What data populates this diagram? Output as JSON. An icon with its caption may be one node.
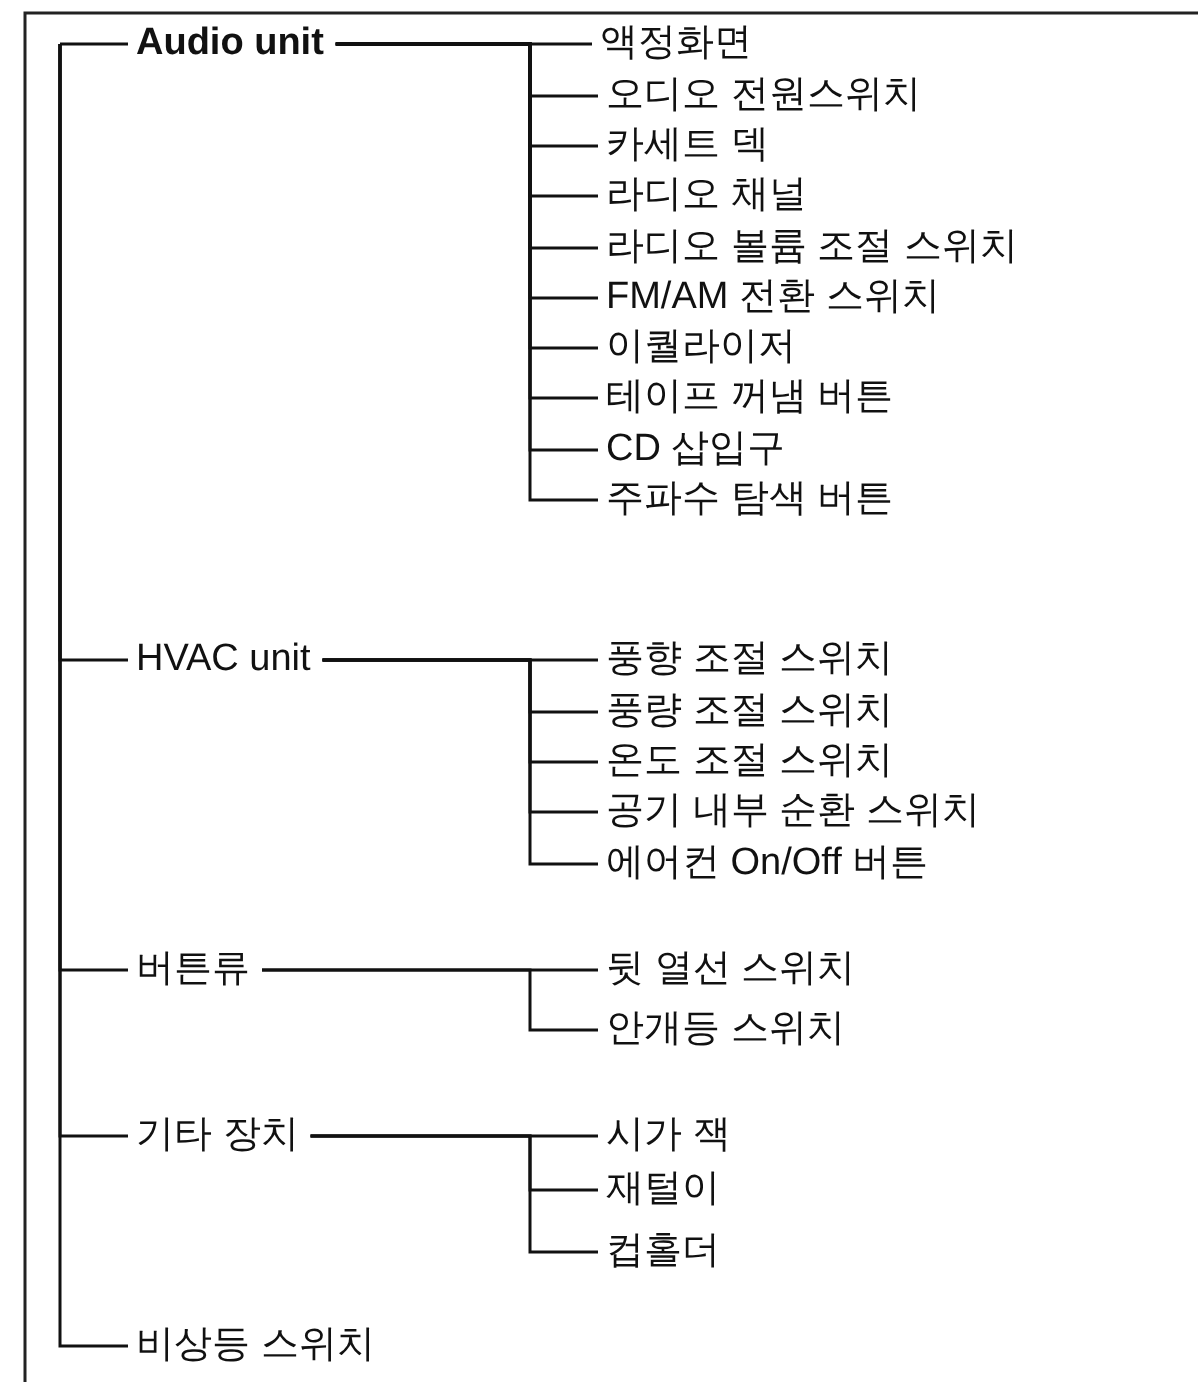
{
  "diagram": {
    "nodes": [
      {
        "text": [
          "Audio unit"
        ]
      },
      {
        "text": [
          "액정화면"
        ]
      },
      {
        "text": [
          "오디오 전원스위치"
        ]
      },
      {
        "text": [
          "카세트 덱"
        ]
      },
      {
        "text": [
          "라디오 채널"
        ]
      },
      {
        "text": [
          "라디오 볼륨 조절 스위치"
        ]
      },
      {
        "text": [
          "FM/AM 전환 스위치"
        ]
      },
      {
        "text": [
          "이퀄라이저"
        ]
      },
      {
        "text": [
          "테이프 꺼냄 버튼"
        ]
      },
      {
        "text": [
          "CD 삽입구"
        ]
      },
      {
        "text": [
          "주파수 탐색 버튼"
        ]
      },
      {
        "text": [
          "HVAC unit"
        ]
      },
      {
        "text": [
          "풍향 조절 스위치"
        ]
      },
      {
        "text": [
          "풍량 조절 스위치"
        ]
      },
      {
        "text": [
          "온도 조절 스위치"
        ]
      },
      {
        "text": [
          "공기 내부 순환 스위치"
        ]
      },
      {
        "text": [
          "에어컨 On/Off 버튼"
        ]
      },
      {
        "text": [
          "버튼류"
        ]
      },
      {
        "text": [
          "뒷 열선 스위치"
        ]
      },
      {
        "text": [
          "안개등 스위치"
        ]
      },
      {
        "text": [
          "기타 장치"
        ]
      },
      {
        "text": [
          "시가 잭"
        ]
      },
      {
        "text": [
          "재털이"
        ]
      },
      {
        "text": [
          "컵홀더"
        ]
      },
      {
        "text": [
          "비상등 스위치"
        ]
      }
    ],
    "edges": [
      {
        "from": null,
        "to": 0,
        "arrow": "none"
      },
      {
        "from": 0,
        "to": 1,
        "arrow": "none"
      },
      {
        "from": 0,
        "to": 2,
        "arrow": "none"
      },
      {
        "from": 0,
        "to": 3,
        "arrow": "none"
      },
      {
        "from": 0,
        "to": 4,
        "arrow": "none"
      },
      {
        "from": 0,
        "to": 5,
        "arrow": "none"
      },
      {
        "from": 0,
        "to": 6,
        "arrow": "none"
      },
      {
        "from": 0,
        "to": 7,
        "arrow": "none"
      },
      {
        "from": 0,
        "to": 8,
        "arrow": "none"
      },
      {
        "from": 0,
        "to": 9,
        "arrow": "none"
      },
      {
        "from": 0,
        "to": 10,
        "arrow": "none"
      },
      {
        "from": null,
        "to": 11,
        "arrow": "none"
      },
      {
        "from": 11,
        "to": 12,
        "arrow": "none"
      },
      {
        "from": 11,
        "to": 13,
        "arrow": "none"
      },
      {
        "from": 11,
        "to": 14,
        "arrow": "none"
      },
      {
        "from": 11,
        "to": 15,
        "arrow": "none"
      },
      {
        "from": 11,
        "to": 16,
        "arrow": "none"
      },
      {
        "from": null,
        "to": 17,
        "arrow": "none"
      },
      {
        "from": 17,
        "to": 18,
        "arrow": "none"
      },
      {
        "from": 17,
        "to": 19,
        "arrow": "none"
      },
      {
        "from": null,
        "to": 20,
        "arrow": "none"
      },
      {
        "from": 20,
        "to": 21,
        "arrow": "none"
      },
      {
        "from": 20,
        "to": 22,
        "arrow": "none"
      },
      {
        "from": 20,
        "to": 23,
        "arrow": "none"
      },
      {
        "from": null,
        "to": 24,
        "arrow": "none"
      }
    ]
  }
}
